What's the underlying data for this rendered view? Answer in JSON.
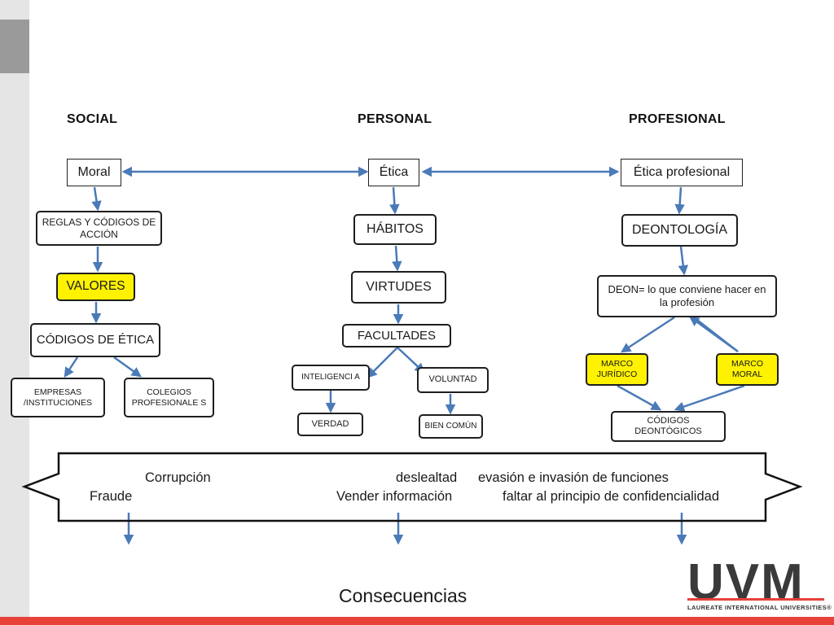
{
  "headers": {
    "social": "SOCIAL",
    "personal": "PERSONAL",
    "profesional": "PROFESIONAL"
  },
  "social": {
    "moral": "Moral",
    "reglas": "REGLAS Y CÓDIGOS DE ACCIÓN",
    "valores": "VALORES",
    "codigos": "CÓDIGOS DE ÉTICA",
    "empresas": "EMPRESAS /INSTITUCIONES",
    "colegios": "COLEGIOS PROFESIONALE S"
  },
  "personal": {
    "etica": "Ética",
    "habitos": "HÁBITOS",
    "virtudes": "VIRTUDES",
    "facultades": "FACULTADES",
    "inteligencia": "INTELIGENCI A",
    "voluntad": "VOLUNTAD",
    "verdad": "VERDAD",
    "bien_comun": "BIEN COMÚN"
  },
  "profesional": {
    "etica_profesional": "Ética profesional",
    "deontologia": "DEONTOLOGÍA",
    "deon": "DEON= lo que conviene hacer en la profesión",
    "marco_juridico": "MARCO JURÍDICO",
    "marco_moral": "MARCO MORAL",
    "codigos_deontologicos": "CÓDIGOS DEONTÓGICOS"
  },
  "consequences_band": {
    "corrupcion": "Corrupción",
    "fraude": "Fraude",
    "deslealtad": "deslealtad",
    "vender": "Vender información",
    "evasion": "evasión e invasión de funciones",
    "faltar": "faltar al principio de confidencialidad"
  },
  "consecuencias": "Consecuencias",
  "logo": {
    "wordmark": "UVM",
    "tagline": "LAUREATE INTERNATIONAL UNIVERSITIES®"
  },
  "colors": {
    "highlight": "#fff200",
    "arrow": "#4a7ab8",
    "brand_red": "#e8413a",
    "logo_gray": "#3a3a3a"
  }
}
